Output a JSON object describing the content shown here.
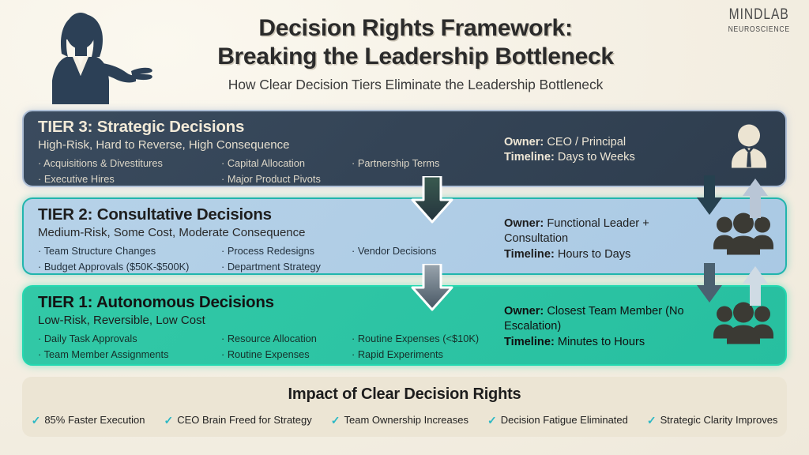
{
  "header": {
    "title_line1": "Decision Rights Framework:",
    "title_line2": "Breaking the Leadership Bottleneck",
    "subtitle": "How Clear Decision Tiers Eliminate the Leadership Bottleneck",
    "logo_main": "MINDLAB",
    "logo_sub": "NEUROSCIENCE",
    "presenter_icon": "businesswoman-silhouette-icon"
  },
  "tiers": [
    {
      "id": "tier3",
      "title": "TIER 3: Strategic Decisions",
      "subtitle": "High-Risk, Hard to Reverse, High Consequence",
      "columns": [
        [
          "· Acquisitions & Divestitures",
          "· Executive Hires"
        ],
        [
          "· Capital Allocation",
          "· Major Product Pivots"
        ],
        [
          "· Partnership Terms"
        ]
      ],
      "owner_label": "Owner:",
      "owner_value": "CEO / Principal",
      "timeline_label": "Timeline:",
      "timeline_value": "Days to Weeks",
      "avatar_icon": "executive-person-icon",
      "bg_color": "#2e3d4e",
      "border_color": "#aebfd6"
    },
    {
      "id": "tier2",
      "title": "TIER 2: Consultative Decisions",
      "subtitle": "Medium-Risk, Some Cost, Moderate Consequence",
      "columns": [
        [
          "· Team Structure Changes",
          "· Budget Approvals ($50K-$500K)"
        ],
        [
          "· Process Redesigns",
          "· Department Strategy"
        ],
        [
          "· Vendor Decisions"
        ]
      ],
      "owner_label": "Owner:",
      "owner_value": "Functional Leader + Consultation",
      "timeline_label": "Timeline:",
      "timeline_value": "Hours to Days",
      "avatar_icon": "group-of-people-icon",
      "bg_color": "#aac9e4",
      "border_color": "#21b5ad"
    },
    {
      "id": "tier1",
      "title": "TIER 1: Autonomous Decisions",
      "subtitle": "Low-Risk, Reversible, Low Cost",
      "columns": [
        [
          "· Daily Task Approvals",
          "· Team Member Assignments"
        ],
        [
          "· Resource Allocation",
          "· Routine Expenses"
        ],
        [
          "· Routine Expenses (<$10K)",
          "· Rapid Experiments"
        ]
      ],
      "owner_label": "Owner:",
      "owner_value": "Closest Team Member (No Escalation)",
      "timeline_label": "Timeline:",
      "timeline_value": "Minutes to Hours",
      "avatar_icon": "group-of-people-icon",
      "bg_color": "#27bfa0",
      "border_color": "#24d8b0"
    }
  ],
  "flow_arrows": [
    {
      "name": "flow-arrow-tier3-to-tier2",
      "direction": "down",
      "color": "#2c4a42"
    },
    {
      "name": "flow-arrow-tier2-to-tier1",
      "direction": "down",
      "color": "#7b8794"
    }
  ],
  "side_arrows": [
    {
      "name": "escalation-down-arrow-upper",
      "direction": "down",
      "color": "#26414f"
    },
    {
      "name": "escalation-up-arrow-upper",
      "direction": "up",
      "color": "#b9c6d6"
    },
    {
      "name": "escalation-down-arrow-lower",
      "direction": "down",
      "color": "#3c5260"
    },
    {
      "name": "escalation-up-arrow-lower",
      "direction": "up",
      "color": "#cfdbe4"
    }
  ],
  "impact": {
    "title": "Impact of Clear Decision Rights",
    "check_color": "#2bb8c4",
    "items": [
      "85% Faster Execution",
      "CEO Brain Freed for Strategy",
      "Team Ownership Increases",
      "Decision Fatigue Eliminated",
      "Strategic Clarity Improves"
    ]
  }
}
